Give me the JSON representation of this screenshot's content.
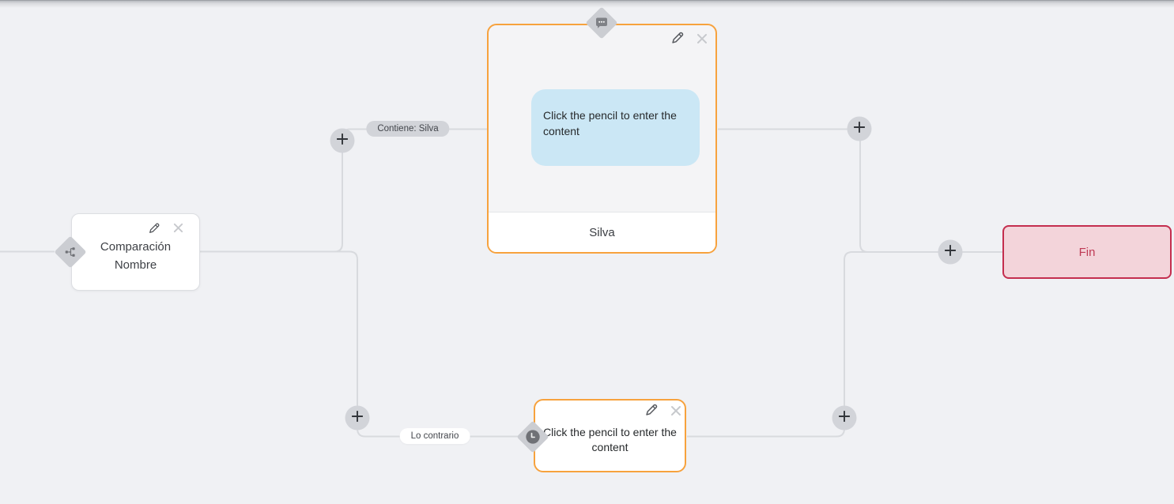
{
  "canvas": {
    "background": "#f0f1f4",
    "edge_color": "#d8dade"
  },
  "edges": {
    "contains_label": "Contiene: Silva",
    "otherwise_label": "Lo contrario"
  },
  "nodes": {
    "comparison": {
      "title_line1": "Comparación",
      "title_line2": "Nombre"
    },
    "message": {
      "bubble_text": "Click the pencil to enter the content",
      "footer_label": "Silva"
    },
    "wait": {
      "placeholder_text": "Click the pencil to enter the content"
    },
    "end": {
      "label": "Fin"
    }
  },
  "icons": {
    "plus": "+",
    "edit": "pencil-icon",
    "delete": "close-icon",
    "message_handle": "chat-bubble-icon",
    "comparison_handle": "branch-icon",
    "wait_handle": "clock-icon"
  },
  "colors": {
    "node_accent_orange": "#f7a23d",
    "end_node_border": "#c42e4e",
    "end_node_background": "#f3d4da",
    "end_node_text": "#bf3a55",
    "message_bubble_background": "#cbe7f5"
  }
}
